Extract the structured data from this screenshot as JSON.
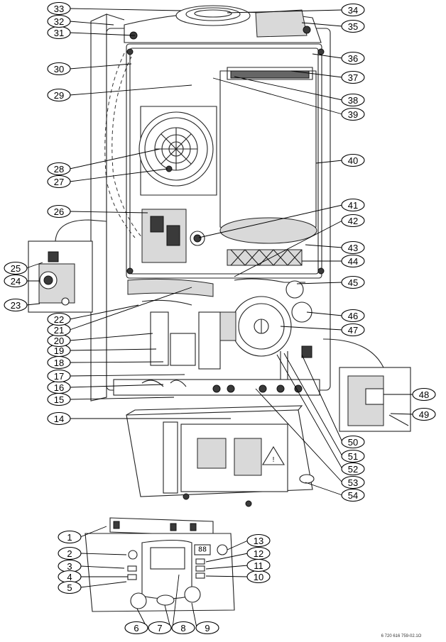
{
  "callouts": [
    {
      "n": "1"
    },
    {
      "n": "2"
    },
    {
      "n": "3"
    },
    {
      "n": "4"
    },
    {
      "n": "5"
    },
    {
      "n": "6"
    },
    {
      "n": "7"
    },
    {
      "n": "8"
    },
    {
      "n": "9"
    },
    {
      "n": "10"
    },
    {
      "n": "11"
    },
    {
      "n": "12"
    },
    {
      "n": "13"
    },
    {
      "n": "14"
    },
    {
      "n": "15"
    },
    {
      "n": "16"
    },
    {
      "n": "17"
    },
    {
      "n": "18"
    },
    {
      "n": "19"
    },
    {
      "n": "20"
    },
    {
      "n": "21"
    },
    {
      "n": "22"
    },
    {
      "n": "23"
    },
    {
      "n": "24"
    },
    {
      "n": "25"
    },
    {
      "n": "26"
    },
    {
      "n": "27"
    },
    {
      "n": "28"
    },
    {
      "n": "29"
    },
    {
      "n": "30"
    },
    {
      "n": "31"
    },
    {
      "n": "32"
    },
    {
      "n": "33"
    },
    {
      "n": "34"
    },
    {
      "n": "35"
    },
    {
      "n": "36"
    },
    {
      "n": "37"
    },
    {
      "n": "38"
    },
    {
      "n": "39"
    },
    {
      "n": "40"
    },
    {
      "n": "41"
    },
    {
      "n": "42"
    },
    {
      "n": "43"
    },
    {
      "n": "44"
    },
    {
      "n": "45"
    },
    {
      "n": "46"
    },
    {
      "n": "47"
    },
    {
      "n": "48"
    },
    {
      "n": "49"
    },
    {
      "n": "50"
    },
    {
      "n": "51"
    },
    {
      "n": "52"
    },
    {
      "n": "53"
    },
    {
      "n": "54"
    }
  ],
  "display_digits": "88",
  "footer_code": "6 720 616 759-02.1O"
}
